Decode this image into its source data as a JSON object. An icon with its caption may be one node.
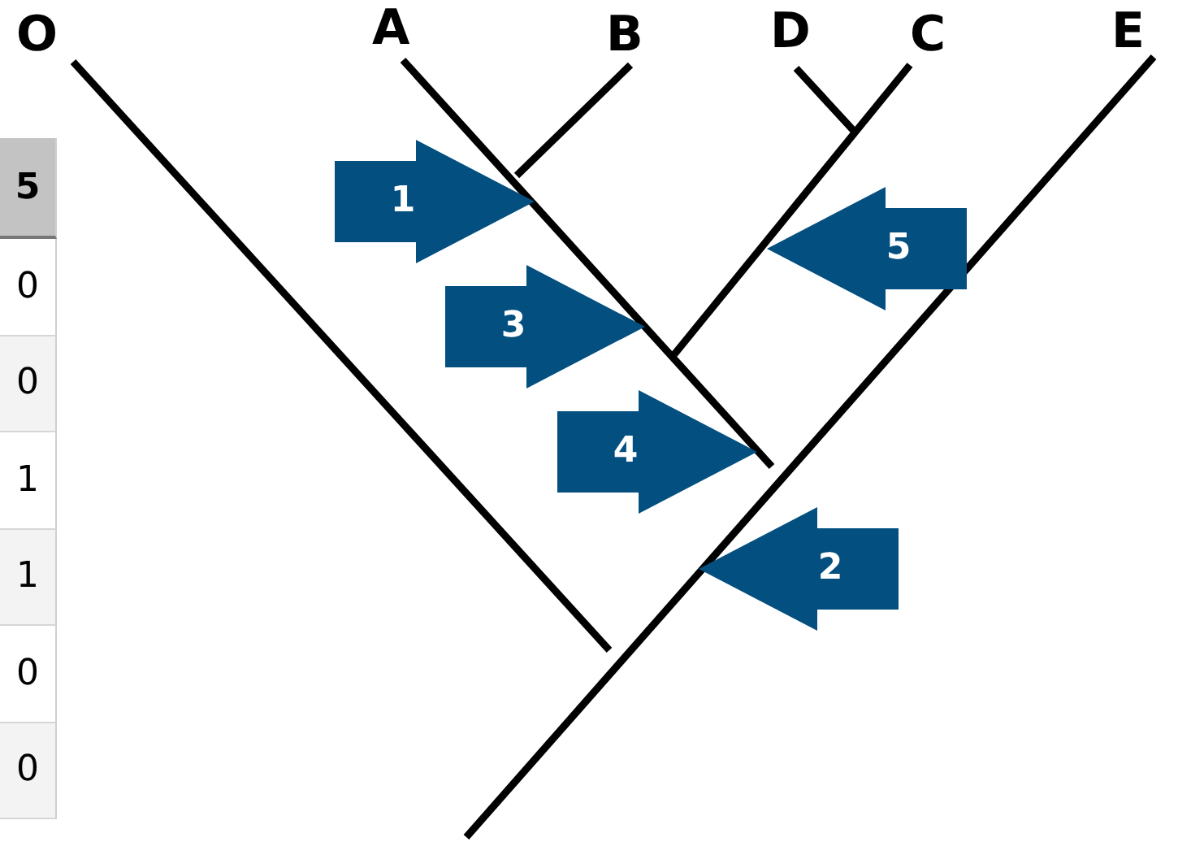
{
  "diagram": {
    "nodes": [
      {
        "text": [
          "1"
        ]
      },
      {
        "text": [
          "5"
        ]
      },
      {
        "text": [
          "3"
        ]
      },
      {
        "text": [
          "4"
        ]
      },
      {
        "text": [
          "2"
        ]
      }
    ],
    "labels": [
      "O",
      "A",
      "B",
      "D",
      "C",
      "E",
      "5",
      "0",
      "0",
      "1",
      "1",
      "0",
      "0"
    ]
  }
}
